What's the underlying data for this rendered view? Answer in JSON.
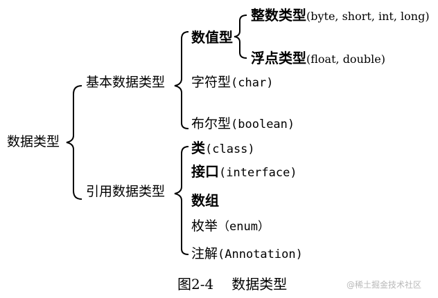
{
  "root": "数据类型",
  "basic": {
    "label": "基本数据类型",
    "numeric": {
      "label": "数值型",
      "integer_cn": "整数类型",
      "integer_en": "(byte, short, int, long)",
      "float_cn": "浮点类型",
      "float_en": "(float, double)"
    },
    "char_cn": "字符型",
    "char_en": "(char)",
    "bool_cn": "布尔型",
    "bool_en": "(boolean)"
  },
  "reference": {
    "label": "引用数据类型",
    "items": [
      {
        "cn": "类",
        "en": "(class)"
      },
      {
        "cn": "接口",
        "en": "(interface)"
      },
      {
        "cn": "数组",
        "en": ""
      },
      {
        "cn": "枚举",
        "en": "（enum）"
      },
      {
        "cn": "注解",
        "en": "(Annotation)"
      }
    ]
  },
  "caption": {
    "num": "图2-4",
    "text": "数据类型"
  },
  "watermark": "@稀土掘金技术社区"
}
